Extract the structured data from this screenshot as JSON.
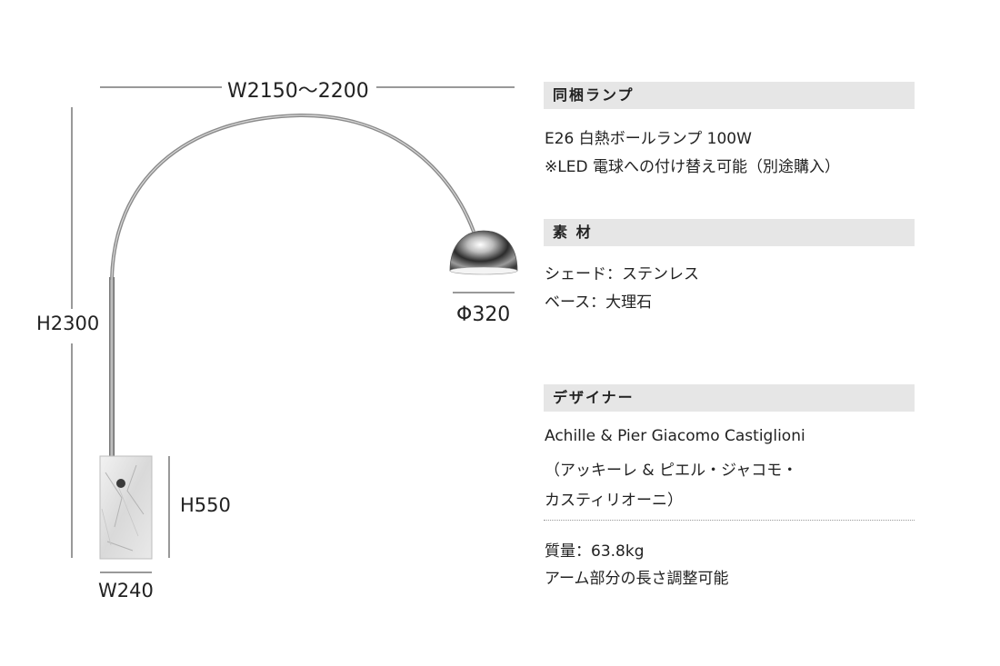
{
  "dimensions": {
    "arc_width": "W2150〜2200",
    "total_height": "H2300",
    "base_height": "H550",
    "base_width": "W240",
    "shade_diameter": "Φ320"
  },
  "specs": {
    "lamp": {
      "title": "同梱ランプ",
      "lines": [
        "E26 白熱ボールランプ 100W",
        "※LED 電球への付け替え可能（別途購入）"
      ]
    },
    "material": {
      "title": "素 材",
      "lines": [
        "シェード：ステンレス",
        "ベース：大理石"
      ]
    },
    "designer": {
      "title": "デザイナー",
      "lines": [
        "Achille & Pier Giacomo Castiglioni",
        "（アッキーレ & ピエル・ジャコモ・",
        "カスティリオーニ）"
      ]
    },
    "notes": {
      "lines": [
        "質量：63.8kg",
        "アーム部分の長さ調整可能"
      ]
    }
  }
}
